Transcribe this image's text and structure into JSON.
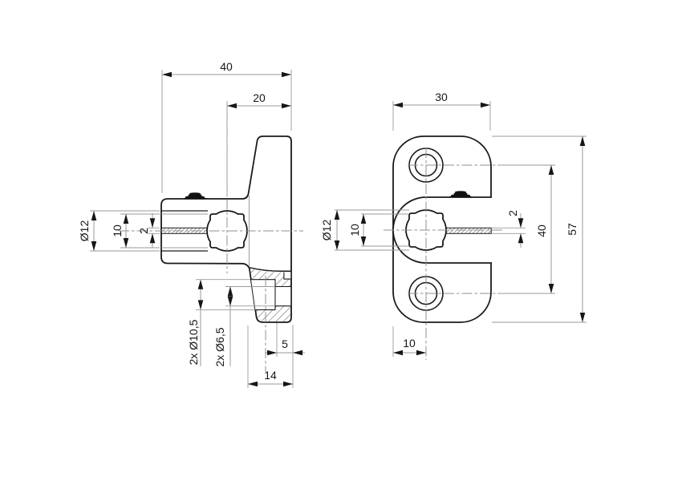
{
  "drawing_type": "technical-drawing",
  "colors": {
    "outline": "#1a1a1a",
    "thin_lines": "#9a9a9a",
    "text": "#161616",
    "background": "#ffffff"
  },
  "side_view": {
    "overall_width": "40",
    "cam_center_offset": "20",
    "cam_diameter": "Ø12",
    "cam_flat_width": "10",
    "slot_thickness": "2",
    "counterbore_holes": "2x Ø10,5",
    "through_holes": "2x Ø6,5",
    "step_depth": "5",
    "boss_width": "14"
  },
  "front_view": {
    "plate_width": "30",
    "cam_diameter": "Ø12",
    "cam_flat_width": "10",
    "slot_thickness": "2",
    "hole_spacing": "40",
    "plate_height": "57",
    "hole_edge_offset": "10"
  }
}
